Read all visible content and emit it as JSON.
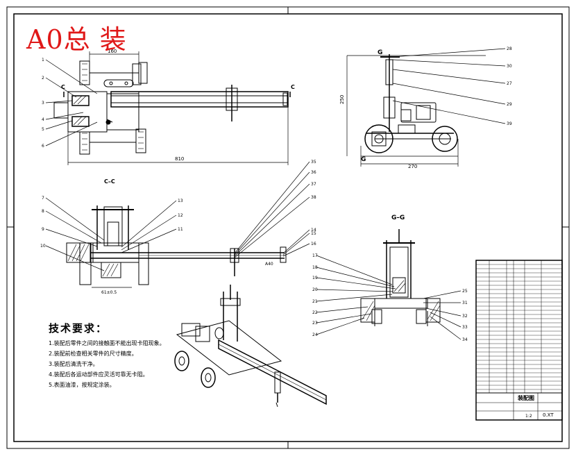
{
  "drawing": {
    "stamp": "A0总 装",
    "views": {
      "section_cc": "C–C",
      "section_gg": "G–G",
      "cut_c": "C",
      "cut_g": "G"
    },
    "dimensions": {
      "top_width": "160",
      "overall_length": "810",
      "side_height": "250",
      "side_width": "270",
      "section_label": "61±0.5",
      "slot_label": "A40"
    },
    "balloons": {
      "plan": [
        "1",
        "2",
        "3",
        "4",
        "5",
        "6"
      ],
      "section_cc_left": [
        "7",
        "8",
        "9",
        "10"
      ],
      "section_cc_right": [
        "13",
        "12",
        "11",
        "14",
        "15",
        "16"
      ],
      "section_cc_top": [
        "35",
        "36",
        "37",
        "38"
      ],
      "side_view": [
        "28",
        "30",
        "27",
        "29",
        "39"
      ],
      "section_gg_left": [
        "17",
        "18",
        "19",
        "20",
        "21",
        "22",
        "23",
        "24"
      ],
      "section_gg_right": [
        "25",
        "31",
        "32",
        "33",
        "34"
      ]
    },
    "tech_requirements": {
      "title": "技术要求：",
      "items": [
        "1.装配后零件之间的接触面不能出现卡阻现象。",
        "2.装配前检查相关零件的尺寸精度。",
        "3.装配后清洗干净。",
        "4.装配后各运动部件应灵活可靠无卡阻。",
        "5.表面油漆，按规定涂装。"
      ]
    },
    "title_block": {
      "assembly_name": "装配图",
      "drawing_number": "0.XT",
      "scale": "1:2"
    }
  }
}
